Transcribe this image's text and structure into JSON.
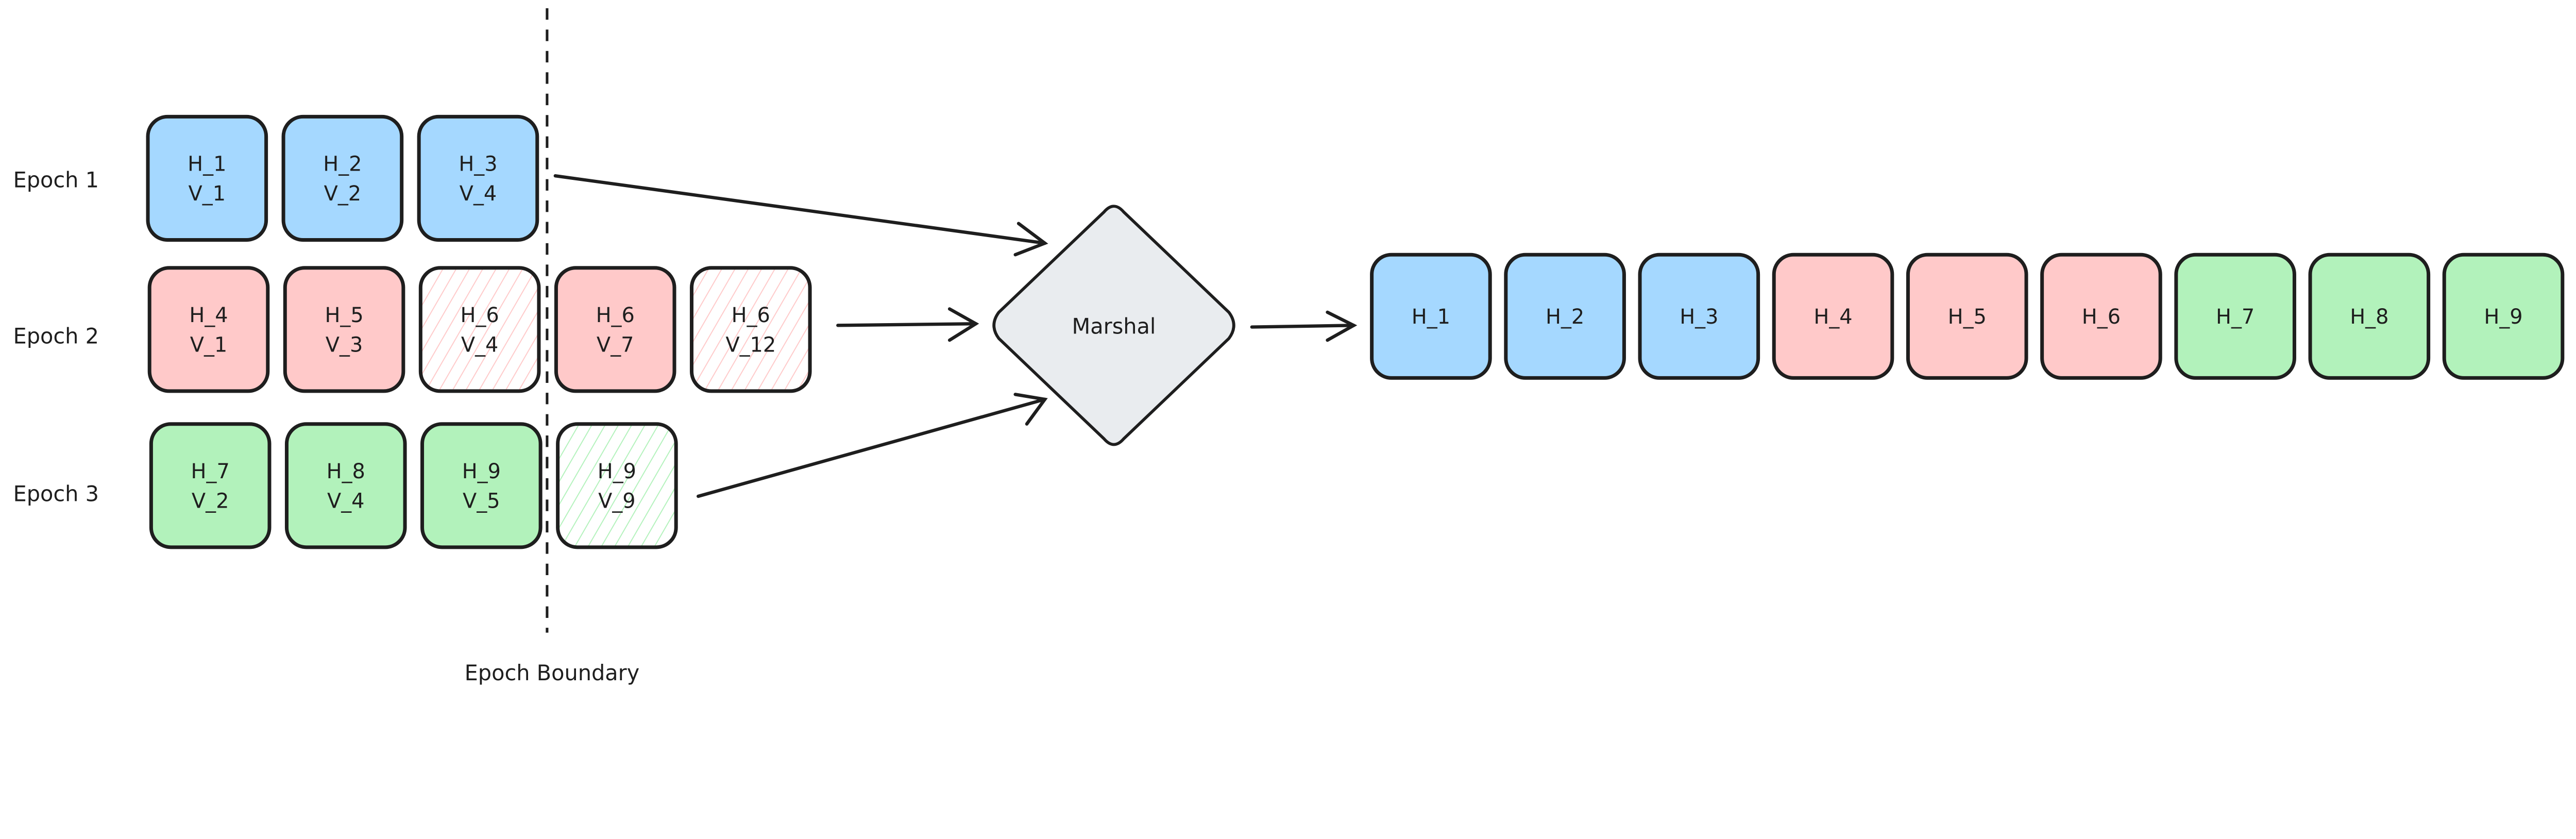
{
  "colors": {
    "blue": "#a5d8ff",
    "red": "#ffc9c9",
    "green": "#b2f2bb",
    "marshal": "#e9ecef",
    "stroke": "#1e1e1e"
  },
  "epochs": [
    {
      "label": "Epoch 1",
      "boxes": [
        {
          "lines": [
            "H_1",
            "V_1"
          ],
          "color": "blue",
          "hatched": false
        },
        {
          "lines": [
            "H_2",
            "V_2"
          ],
          "color": "blue",
          "hatched": false
        },
        {
          "lines": [
            "H_3",
            "V_4"
          ],
          "color": "blue",
          "hatched": false
        }
      ]
    },
    {
      "label": "Epoch 2",
      "boxes": [
        {
          "lines": [
            "H_4",
            "V_1"
          ],
          "color": "red",
          "hatched": false
        },
        {
          "lines": [
            "H_5",
            "V_3"
          ],
          "color": "red",
          "hatched": false
        },
        {
          "lines": [
            "H_6",
            "V_4"
          ],
          "color": "red",
          "hatched": true
        },
        {
          "lines": [
            "H_6",
            "V_7"
          ],
          "color": "red",
          "hatched": false
        },
        {
          "lines": [
            "H_6",
            "V_12"
          ],
          "color": "red",
          "hatched": true
        }
      ]
    },
    {
      "label": "Epoch 3",
      "boxes": [
        {
          "lines": [
            "H_7",
            "V_2"
          ],
          "color": "green",
          "hatched": false
        },
        {
          "lines": [
            "H_8",
            "V_4"
          ],
          "color": "green",
          "hatched": false
        },
        {
          "lines": [
            "H_9",
            "V_5"
          ],
          "color": "green",
          "hatched": false
        },
        {
          "lines": [
            "H_9",
            "V_9"
          ],
          "color": "green",
          "hatched": true
        }
      ]
    }
  ],
  "boundary_label": "Epoch Boundary",
  "marshal_label": "Marshal",
  "output": [
    {
      "label": "H_1",
      "color": "blue"
    },
    {
      "label": "H_2",
      "color": "blue"
    },
    {
      "label": "H_3",
      "color": "blue"
    },
    {
      "label": "H_4",
      "color": "red"
    },
    {
      "label": "H_5",
      "color": "red"
    },
    {
      "label": "H_6",
      "color": "red"
    },
    {
      "label": "H_7",
      "color": "green"
    },
    {
      "label": "H_8",
      "color": "green"
    },
    {
      "label": "H_9",
      "color": "green"
    }
  ]
}
